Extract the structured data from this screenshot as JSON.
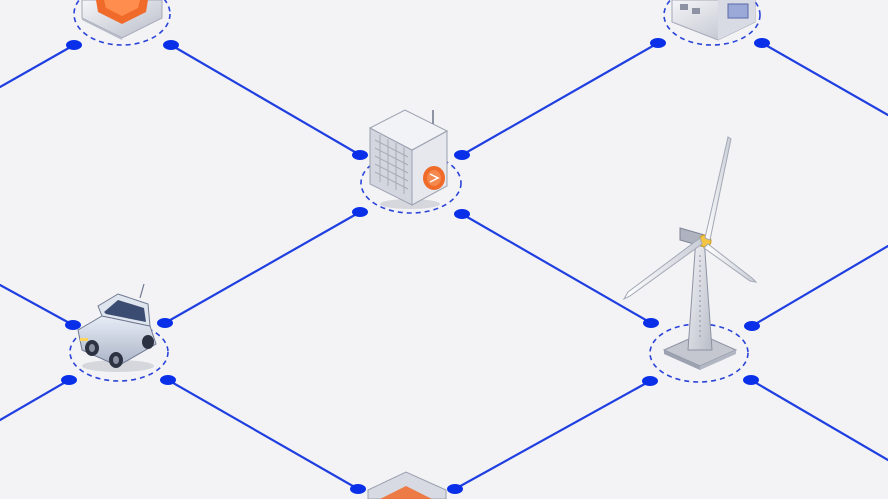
{
  "colors": {
    "background": "#f3f3f6",
    "network_line": "#1f3fe0",
    "node_dot": "#0a2fe8",
    "ring_dash": "#2a44d8",
    "accent_orange": "#f06a2a",
    "metal_light": "#e4e6ec",
    "metal_mid": "#c3c7d1",
    "metal_dark": "#8d93a3"
  },
  "nodes": [
    {
      "id": "top-left-device",
      "icon": "industrial-heater-icon"
    },
    {
      "id": "top-right-device",
      "icon": "control-panel-icon"
    },
    {
      "id": "center-device",
      "icon": "mining-rig-icon"
    },
    {
      "id": "car",
      "icon": "electric-suv-icon"
    },
    {
      "id": "wind-turbine",
      "icon": "wind-turbine-icon"
    },
    {
      "id": "bottom-device",
      "icon": "storage-unit-icon"
    }
  ]
}
